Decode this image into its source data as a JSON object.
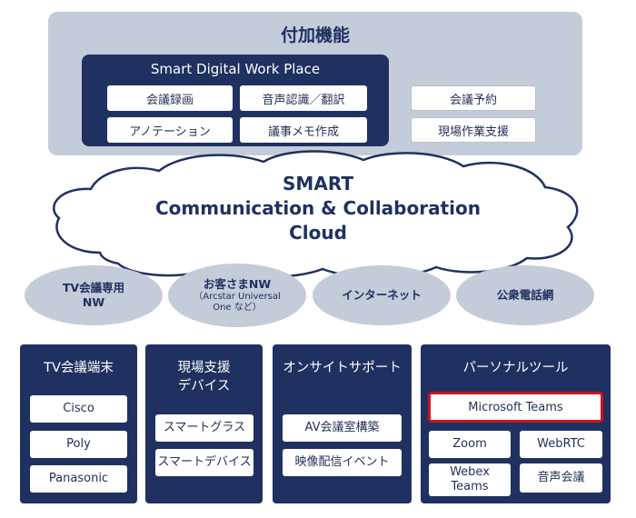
{
  "addons": {
    "title": "付加機能",
    "sdwp": {
      "title": "Smart Digital Work Place",
      "items": [
        "会議録画",
        "音声認識／翻訳",
        "アノテーション",
        "議事メモ作成"
      ]
    },
    "others": [
      "会議予約",
      "現場作業支援"
    ]
  },
  "cloud": {
    "lines": [
      "SMART",
      "Communication & Collaboration",
      "Cloud"
    ]
  },
  "networks": [
    {
      "lines": [
        "TV会議専用",
        "NW"
      ],
      "sub": ""
    },
    {
      "lines": [
        "お客さまNW"
      ],
      "sub": "（Arcstar Universal One など）"
    },
    {
      "lines": [
        "インターネット"
      ],
      "sub": ""
    },
    {
      "lines": [
        "公衆電話網"
      ],
      "sub": ""
    }
  ],
  "columns": {
    "tv": {
      "title": "TV会議端末",
      "items": [
        "Cisco",
        "Poly",
        "Panasonic"
      ]
    },
    "field": {
      "title_lines": [
        "現場支援",
        "デバイス"
      ],
      "items": [
        "スマートグラス",
        "スマートデバイス"
      ]
    },
    "onsite": {
      "title": "オンサイトサポート",
      "items": [
        "AV会議室構築",
        "映像配信イベント"
      ]
    },
    "personal": {
      "title": "パーソナルツール",
      "highlight": "Microsoft Teams",
      "items": [
        "Zoom",
        "WebRTC",
        "Webex Teams",
        "音声会議"
      ]
    }
  },
  "colors": {
    "navy": "#1f3160",
    "light_panel": "#c4cbd9",
    "highlight_border": "#d0121b"
  }
}
